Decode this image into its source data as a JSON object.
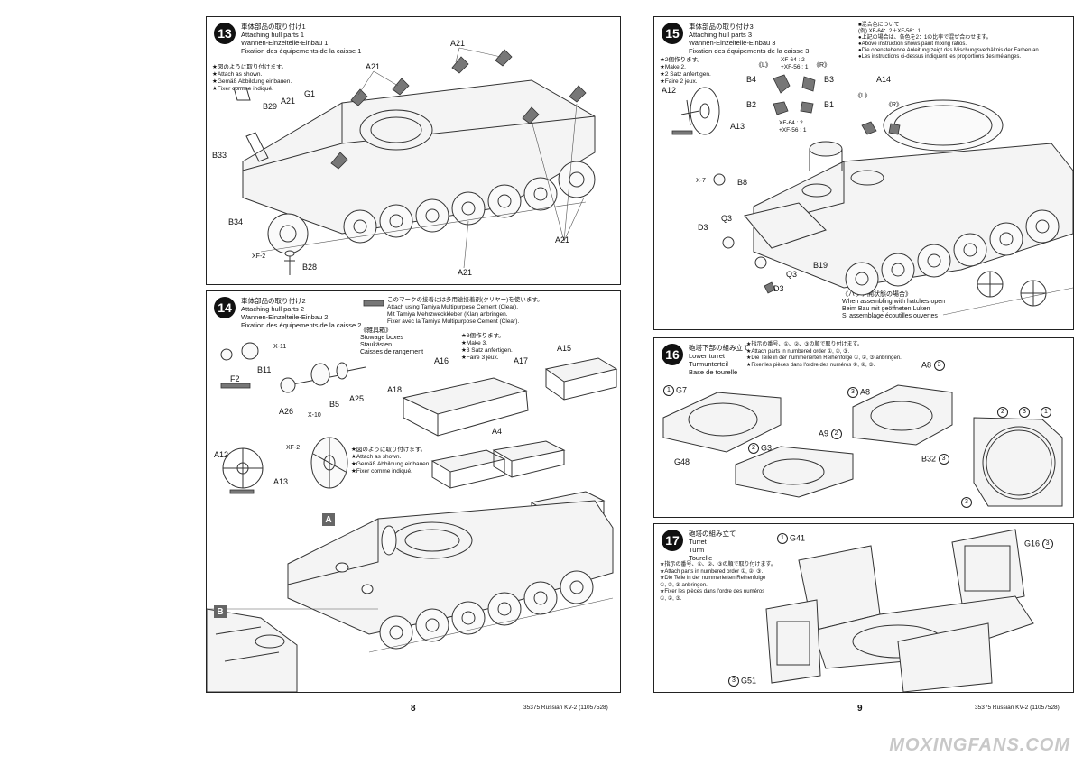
{
  "step13": {
    "number": "13",
    "title_jp": "車体部品の取り付け1",
    "title_en": "Attaching hull parts 1",
    "title_de": "Wannen-Einzelteile-Einbau 1",
    "title_fr": "Fixation des équipements de la caisse 1",
    "notes": [
      "★図のように取り付けます。",
      "★Attach as shown.",
      "★Gemäß Abbildung einbauen.",
      "★Fixer comme indiqué."
    ],
    "parts": {
      "a21": "A21",
      "g1": "G1",
      "b29": "B29",
      "b33": "B33",
      "b34": "B34",
      "b28": "B28",
      "xf2": "XF-2"
    }
  },
  "step14": {
    "number": "14",
    "title_jp": "車体部品の取り付け2",
    "title_en": "Attaching hull parts 2",
    "title_de": "Wannen-Einzelteile-Einbau 2",
    "title_fr": "Fixation des équipements de la caisse 2",
    "cement_jp": "このマークの接着には多用途接着剤(クリヤー)を使います。",
    "cement_en": "Attach using Tamiya Multipurpose Cement (Clear).",
    "cement_de": "Mit Tamiya Mehrzweckkleber (Klar) anbringen.",
    "cement_fr": "Fixer avec la Tamiya Multipurpose Cement (Clear).",
    "stowage_jp": "《雑具箱》",
    "stowage_en": "Stowage boxes",
    "stowage_de": "Staukästen",
    "stowage_fr": "Caisses de rangement",
    "make3_jp": "★3個作ります。",
    "make3_en": "★Make 3.",
    "make3_de": "★3 Satz anfertigen.",
    "make3_fr": "★Faire 3 jeux.",
    "notes": [
      "★図のように取り付けます。",
      "★Attach as shown.",
      "★Gemäß Abbildung einbauen.",
      "★Fixer comme indiqué."
    ],
    "parts": {
      "x11": "X-11",
      "b11": "B11",
      "f2": "F2",
      "a26": "A26",
      "x10": "X-10",
      "b5": "B5",
      "a25": "A25",
      "a18": "A18",
      "a16": "A16",
      "a17": "A17",
      "a15": "A15",
      "a4": "A4",
      "a12": "A12",
      "a13": "A13",
      "xf2": "XF-2"
    },
    "ref_a": "A",
    "ref_b": "B"
  },
  "step15": {
    "number": "15",
    "title_jp": "車体部品の取り付け3",
    "title_en": "Attaching hull parts 3",
    "title_de": "Wannen-Einzelteile-Einbau 3",
    "title_fr": "Fixation des équipements de la caisse 3",
    "make2_jp": "★2個作ります。",
    "make2_en": "★Make 2.",
    "make2_de": "★2 Satz anfertigen.",
    "make2_fr": "★Faire 2 jeux.",
    "mix_title_jp": "■混合色について",
    "mix_example": "(例) XF-64：2＋XF-56：1",
    "mix_notes": [
      "●上記の場合は、各色を2：1の比率で混ぜ合わせます。",
      "●Above instruction shows paint mixing ratios.",
      "●Die obenstehende Anleitung zeigt das Mischungsverhältnis der Farben an.",
      "●Les instructions ci-dessus indiquent les proportions des mélanges."
    ],
    "paint_mix_line1": "XF-64 : 2",
    "paint_mix_line2": "+XF-56 : 1",
    "left_mark": "《L》",
    "right_mark": "《R》",
    "hatch_jp": "《ハッチ開状態の場合》",
    "hatch_en": "When assembling with hatches open",
    "hatch_de": "Beim Bau mit geöffneten Luken",
    "hatch_fr": "Si assemblage écoutilles ouvertes",
    "parts": {
      "a12": "A12",
      "a13": "A13",
      "b4": "B4",
      "b3": "B3",
      "b2": "B2",
      "b1": "B1",
      "a14": "A14",
      "x7": "X-7",
      "b8": "B8",
      "q3": "Q3",
      "d3": "D3",
      "b19": "B19"
    }
  },
  "step16": {
    "number": "16",
    "title_jp": "砲塔下部の組み立て",
    "title_en": "Lower turret",
    "title_de": "Turmunterteil",
    "title_fr": "Base de tourelle",
    "notes": [
      "★指示の番号、①、②、③の順で取り付けます。",
      "★Attach parts in numbered order ①, ②, ③.",
      "★Die Teile in der nummerierten Reihenfolge ①, ②, ③ anbringen.",
      "★Fixer les pièces dans l'ordre des numéros ①, ②, ③."
    ],
    "parts": {
      "g7": "G7",
      "g48": "G48",
      "a8": "A8",
      "g3": "G3",
      "a9": "A9",
      "b32": "B32"
    },
    "order": {
      "one": "1",
      "two": "2",
      "three": "3"
    }
  },
  "step17": {
    "number": "17",
    "title_jp": "砲塔の組み立て",
    "title_en": "Turret",
    "title_de": "Turm",
    "title_fr": "Tourelle",
    "notes": [
      "★指示の番号、①、②、③の順で取り付けます。",
      "★Attach parts in numbered order ①, ②, ③.",
      "★Die Teile in der nummerierten Reihenfolge",
      "①, ②, ③ anbringen.",
      "★Fixer les pièces dans l'ordre des numéros",
      "①, ②, ③."
    ],
    "parts": {
      "g41": "G41",
      "g16": "G16",
      "g51": "G51"
    }
  },
  "footer": {
    "left_page_number": "8",
    "right_page_number": "9",
    "left_code": "35375 Russian KV-2 (11057528)",
    "right_code": "35375 Russian KV-2 (11057528)"
  },
  "watermark": "MOXINGFANS.COM"
}
